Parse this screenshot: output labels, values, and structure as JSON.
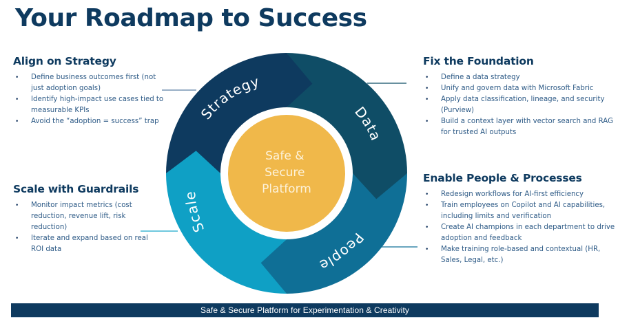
{
  "title": "Your Roadmap to Success",
  "colors": {
    "strategy": "#0e3a5f",
    "data": "#0f4d66",
    "people": "#0f6f96",
    "scale": "#0fa0c5",
    "center": "#f0b84a",
    "title": "#0e3a5f",
    "banner": "#0e3a5f"
  },
  "wheel": {
    "center_label_lines": [
      "Safe &",
      "Secure",
      "Platform"
    ],
    "segments": [
      {
        "id": "strategy",
        "label": "Strategy"
      },
      {
        "id": "data",
        "label": "Data"
      },
      {
        "id": "people",
        "label": "People"
      },
      {
        "id": "scale",
        "label": "Scale"
      }
    ]
  },
  "panels": {
    "strategy": {
      "heading": "Align on Strategy",
      "bullets": [
        "Define business outcomes first (not just adoption goals)",
        "Identify high-impact use cases tied to measurable KPIs",
        "Avoid the “adoption = success” trap"
      ]
    },
    "foundation": {
      "heading": "Fix the Foundation",
      "bullets": [
        "Define a data strategy",
        "Unify and govern data with Microsoft Fabric",
        "Apply data classification, lineage, and security (Purview)",
        "Build a context layer with vector search and RAG for trusted AI outputs"
      ]
    },
    "people": {
      "heading": "Enable People & Processes",
      "bullets": [
        "Redesign workflows for AI-first efficiency",
        "Train employees on Copilot and AI capabilities, including limits and verification",
        "Create AI champions in each department to drive adoption and feedback",
        "Make training role-based and contextual (HR, Sales, Legal, etc.)"
      ]
    },
    "scale": {
      "heading": "Scale with Guardrails",
      "bullets": [
        "Monitor impact metrics (cost reduction, revenue lift, risk reduction)",
        "Iterate and expand based on real ROI data"
      ]
    }
  },
  "bullet_glyph": "•",
  "banner": "Safe & Secure Platform for Experimentation & Creativity"
}
